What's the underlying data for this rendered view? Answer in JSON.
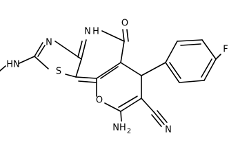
{
  "molecule": {
    "atoms": {
      "n_imine": "N",
      "nh_ring": "N",
      "h_ring": "H",
      "o_carbonyl": "O",
      "s_thiazole": "S",
      "hn_methyl": "HN",
      "o_pyran": "O",
      "f_aryl": "F",
      "nh2_n": "NH",
      "nh2_sub": "2",
      "n_nitrile": "N"
    }
  }
}
